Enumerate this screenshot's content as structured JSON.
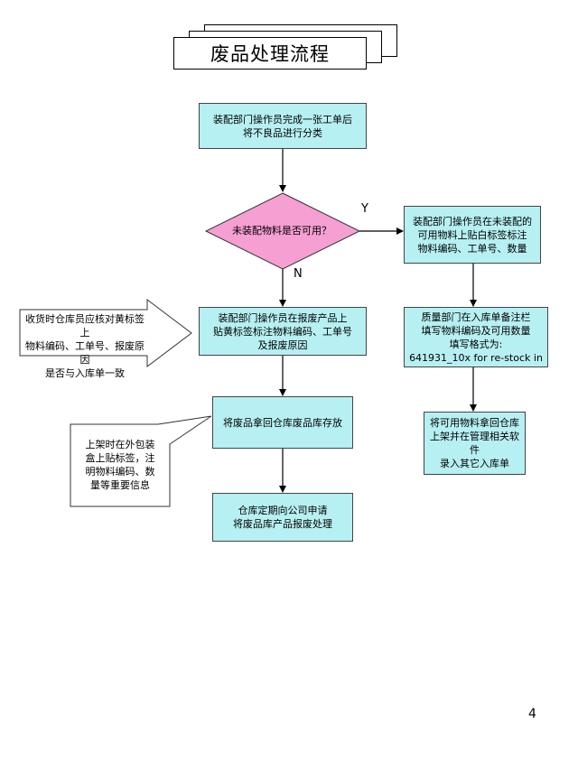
{
  "title": "废品处理流程",
  "nodes": {
    "start": "装配部门操作员完成一张工单后\n将不良品进行分类",
    "decision": "未装配物料是否可用？",
    "yes_box": "装配部门操作员在未装配的\n可用物料上贴白标签标注\n物料编码、工单号、数量",
    "scrap_label_box": "装配部门操作员在报废产品上\n贴黄标签标注物料编码、工单号\n及报废原因",
    "quality_box": "质量部门在入库单备注栏\n填写物料编码及可用数量\n填写格式为:\n641931_10x for re-stock in",
    "scrap_store_box": "将废品拿回仓库废品库存放",
    "restock_box": "将可用物料拿回仓库\n上架并在管理相关软件\n录入其它入库单",
    "apply_box": "仓库定期向公司申请\n将废品库产品报废处理"
  },
  "edges": {
    "yes_label": "Y",
    "no_label": "N"
  },
  "callouts": {
    "receiving_check": "收货时仓库员应核对黄标签上\n物料编码、工单号、报废原因\n是否与入库单一致",
    "shelving_note": "上架时在外包装\n盒上贴标签，注\n明物料编码、数\n量等重要信息"
  },
  "page_number": "4",
  "colors": {
    "process_fill": "#b7f0f2",
    "decision_fill": "#f59fd2",
    "line": "#000000"
  }
}
